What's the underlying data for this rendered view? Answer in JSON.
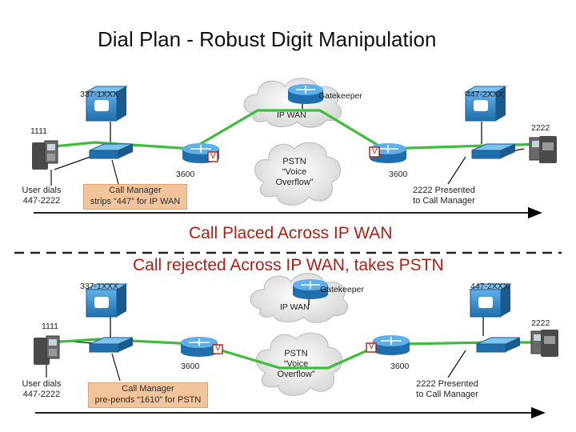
{
  "title": "Dial Plan - Robust Digit Manipulation",
  "labels": {
    "call_placed": "Call Placed Across IP WAN",
    "call_rejected": "Call rejected Across IP WAN, takes PSTN"
  },
  "scenario_top": {
    "left_range": "337-1XXX",
    "right_range": "447-2XXX",
    "gatekeeper": "Gatekeeper",
    "ip_wan": "IP WAN",
    "left_ext": "1111",
    "right_ext": "2222",
    "left_router": "3600",
    "right_router": "3600",
    "voice_port_left": "V",
    "voice_port_right": "V",
    "pstn_line1": "PSTN",
    "pstn_line2": "“Voice",
    "pstn_line3": "Overflow”",
    "user_line1": "User dials",
    "user_line2": "447-2222",
    "cm_line1": "Call Manager",
    "cm_line2": "strips “447” for IP WAN",
    "presented_line1": "2222 Presented",
    "presented_line2": "to Call Manager"
  },
  "scenario_bottom": {
    "left_range": "337-1XXX",
    "right_range": "447-2XXX",
    "gatekeeper": "Gatekeeper",
    "ip_wan": "IP WAN",
    "left_ext": "1111",
    "right_ext": "2222",
    "left_router": "3600",
    "right_router": "3600",
    "voice_port_left": "V",
    "voice_port_right": "V",
    "pstn_line1": "PSTN",
    "pstn_line2": "“Voice",
    "pstn_line3": "Overflow”",
    "user_line1": "User dials",
    "user_line2": "447-2222",
    "cm_line1": "Call Manager",
    "cm_line2": "pre-pends “1610” for PSTN",
    "presented_line1": "2222 Presented",
    "presented_line2": "to Call Manager"
  },
  "colors": {
    "green_path": "#3cbd3c",
    "red_text": "#b11e14",
    "cm_box": "#f2c49c",
    "device_blue": "#2a7fc0"
  }
}
